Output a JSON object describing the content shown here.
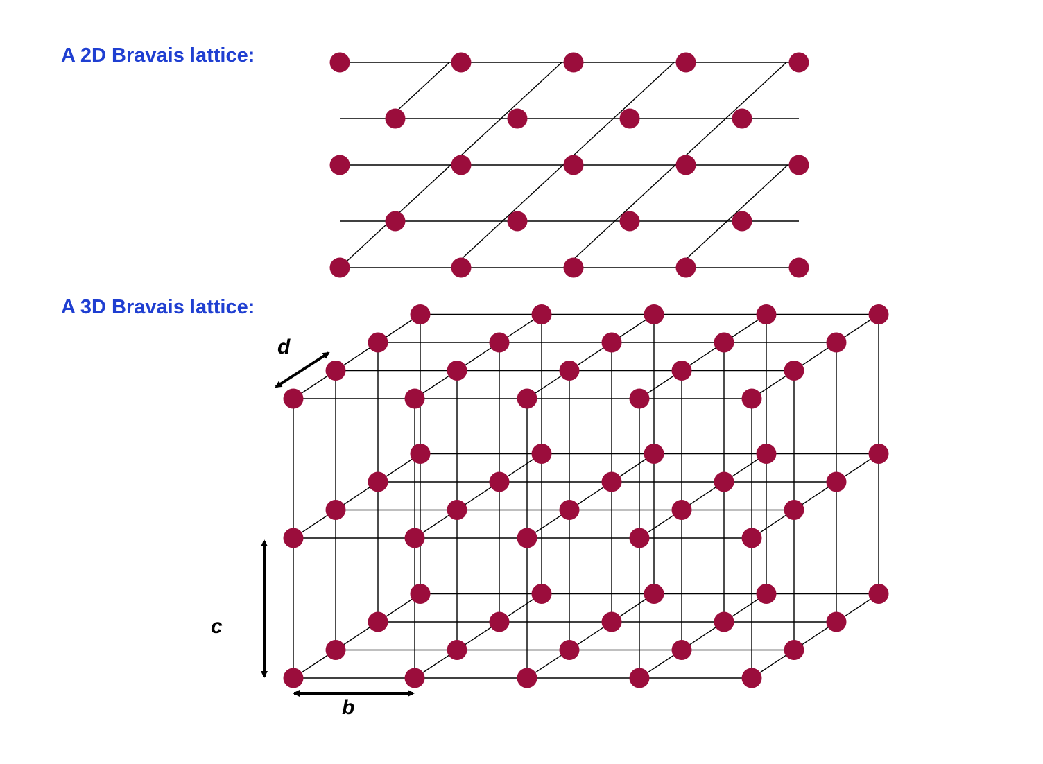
{
  "labels": {
    "lattice_2d": "A 2D Bravais lattice:",
    "lattice_3d": "A 3D Bravais lattice:"
  },
  "vectors": {
    "b": "b",
    "c": "c",
    "d": "d"
  },
  "colors": {
    "heading": "#1f3fd1",
    "node": "#9b0d3c",
    "line": "#000000"
  },
  "lattice_2d": {
    "columns": 5,
    "rows": 5
  },
  "lattice_3d": {
    "columns": 5,
    "depth_layers": 4,
    "levels": 3
  }
}
